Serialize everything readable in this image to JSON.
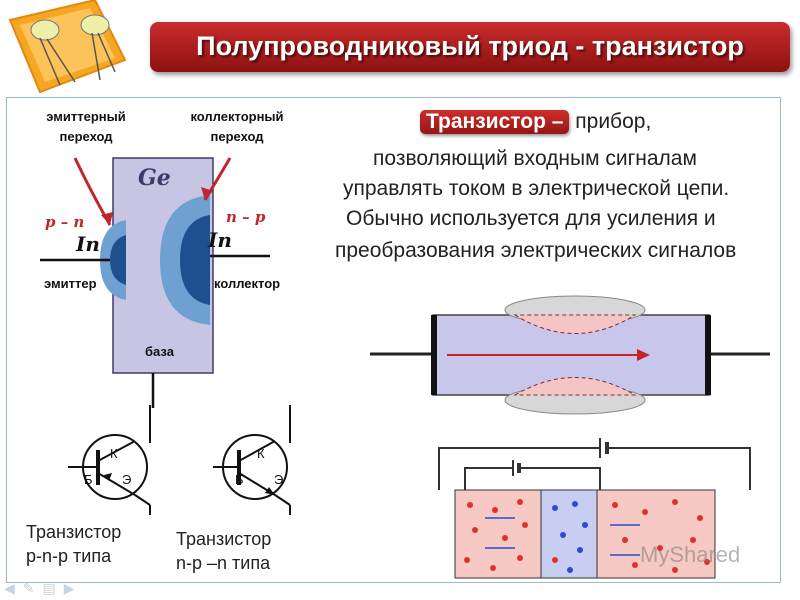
{
  "title": "Полупроводниковый триод - транзистор",
  "crystal": {
    "material": "Ge",
    "emitter_junction_line1": "эмиттерный",
    "emitter_junction_line2": "переход",
    "collector_junction_line1": "коллекторный",
    "collector_junction_line2": "переход",
    "left_type": "p – n",
    "right_type": "n – p",
    "left_dopant": "In",
    "right_dopant": "In",
    "emitter_label": "эмиттер",
    "collector_label": "коллектор",
    "base_label": "база"
  },
  "definition": {
    "term": "Транзистор –",
    "line1_rest": " прибор,",
    "line2": "позволяющий входным сигналам",
    "line3": "управлять током в электрической цепи.",
    "line4": "Обычно используется для усиления  и",
    "line5": "преобразования электрических сигналов"
  },
  "symbols": [
    {
      "k": "К",
      "b": "Б",
      "e": "Э",
      "caption_line1": "Транзистор",
      "caption_line2": "p-n-p типа"
    },
    {
      "k": "К",
      "b": "Б",
      "e": "Э",
      "caption_line1": "Транзистор",
      "caption_line2": "n-p –n типа"
    }
  ],
  "watermark": "MyShared",
  "colors": {
    "title_bg": "#b52020",
    "crystal_fill": "#c7c5e3",
    "region_fill": "#2f6db4",
    "arrow": "#c0262b",
    "electron_blue": "#2c4bd0",
    "hole_red": "#e03030"
  }
}
